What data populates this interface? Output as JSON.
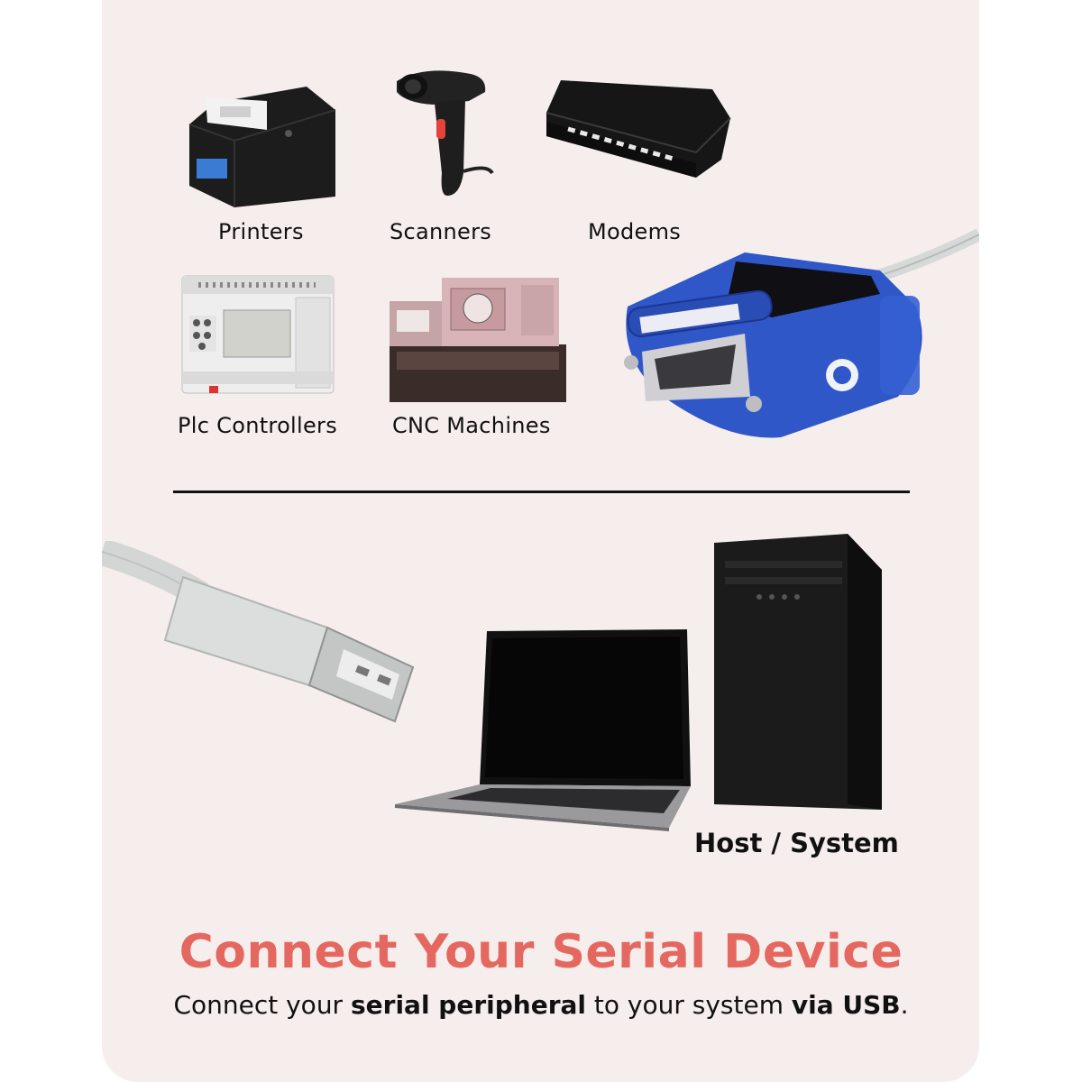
{
  "devices": {
    "printers": "Printers",
    "scanners": "Scanners",
    "modems": "Modems",
    "plc": "Plc Controllers",
    "cnc": "CNC Machines"
  },
  "host_label": "Host / System",
  "headline": "Connect Your Serial Device",
  "subline": {
    "part1": "Connect your ",
    "bold1": "serial peripheral",
    "part2": " to your system ",
    "bold2": "via USB",
    "part3": "."
  },
  "colors": {
    "background": "#f6eeed",
    "headline": "#e4685f",
    "adapter_blue": "#2f57c8"
  }
}
